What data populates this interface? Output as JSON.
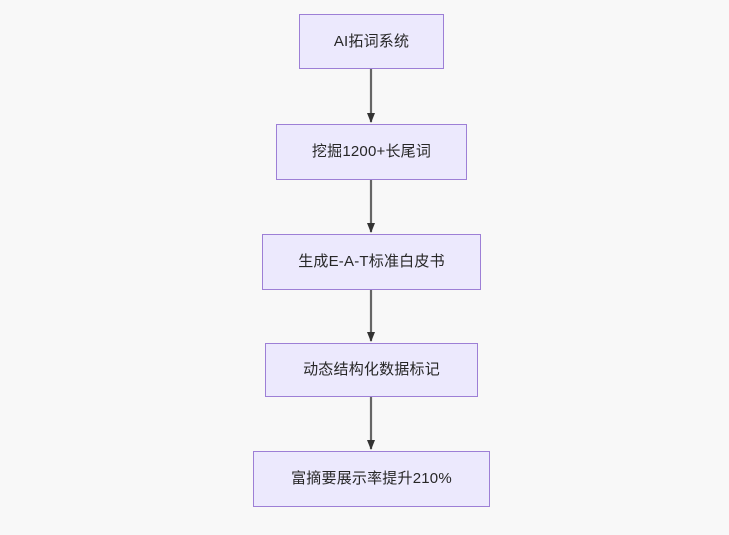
{
  "diagram": {
    "type": "flowchart",
    "direction": "top-to-bottom",
    "background_color": "#f8f8f8",
    "node_fill_color": "#ece9fd",
    "node_border_color": "#9d7fd6",
    "node_text_color": "#272727",
    "edge_line_color": "#666666",
    "edge_arrow_color": "#333333",
    "nodes": [
      {
        "id": "n0",
        "label": "AI拓词系统"
      },
      {
        "id": "n1",
        "label": "挖掘1200+长尾词"
      },
      {
        "id": "n2",
        "label": "生成E-A-T标准白皮书"
      },
      {
        "id": "n3",
        "label": "动态结构化数据标记"
      },
      {
        "id": "n4",
        "label": "富摘要展示率提升210%"
      }
    ],
    "edges": [
      {
        "from": "n0",
        "to": "n1",
        "label": ""
      },
      {
        "from": "n1",
        "to": "n2",
        "label": ""
      },
      {
        "from": "n2",
        "to": "n3",
        "label": ""
      },
      {
        "from": "n3",
        "to": "n4",
        "label": ""
      }
    ]
  }
}
